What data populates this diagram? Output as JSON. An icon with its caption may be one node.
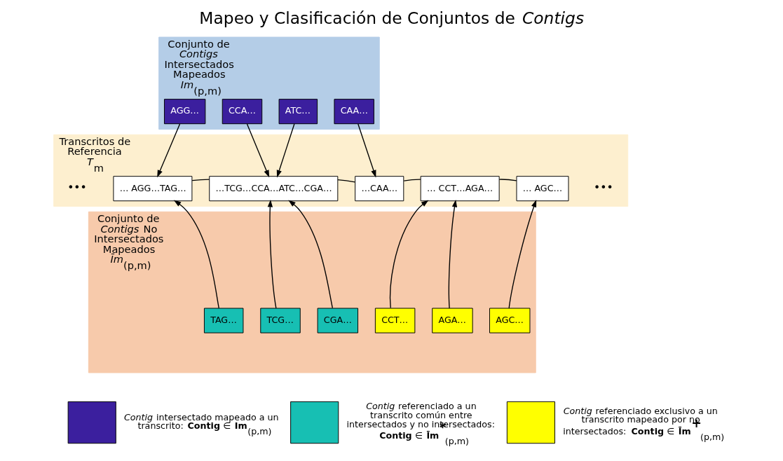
{
  "diagram": {
    "title": "Mapeo y Clasificación de Conjuntos de *Contigs*",
    "nodes": [
      {
        "text": [
          "Conjunto de *Contigs* Intersectados Mapeados",
          "*Im*$_{(p,m)}$"
        ]
      },
      {
        "text": [
          "Transcritos de Referencia",
          "*T*$_{m}$"
        ]
      },
      {
        "text": [
          "Conjunto de *Contigs* No Intersectados Mapeados",
          "*Īm*$_{(p,m)}$"
        ]
      },
      {
        "text": [
          "AGG…"
        ],
        "in": 0
      },
      {
        "text": [
          "CCA…"
        ],
        "in": 0
      },
      {
        "text": [
          "ATC…"
        ],
        "in": 0
      },
      {
        "text": [
          "CAA…"
        ],
        "in": 0
      },
      {
        "text": [
          "… AGG…TAG…"
        ],
        "in": 1
      },
      {
        "text": [
          "…TCG…CCA…ATC…CGA…"
        ],
        "in": 1
      },
      {
        "text": [
          "…CAA…"
        ],
        "in": 1
      },
      {
        "text": [
          "… CCT…AGA…"
        ],
        "in": 1
      },
      {
        "text": [
          "… AGC…"
        ],
        "in": 1
      },
      {
        "text": [
          "TAG…"
        ],
        "in": 2
      },
      {
        "text": [
          "TCG…"
        ],
        "in": 2
      },
      {
        "text": [
          "CGA…"
        ],
        "in": 2
      },
      {
        "text": [
          "CCT…"
        ],
        "in": 2
      },
      {
        "text": [
          "AGA…"
        ],
        "in": 2
      },
      {
        "text": [
          "AGC…"
        ],
        "in": 2
      }
    ],
    "edges": [
      {
        "from": 3,
        "to": 7,
        "arrow": "to"
      },
      {
        "from": 4,
        "to": 8,
        "arrow": "to"
      },
      {
        "from": 5,
        "to": 8,
        "arrow": "to"
      },
      {
        "from": 6,
        "to": 9,
        "arrow": "to"
      },
      {
        "from": 7,
        "to": 8,
        "arrow": "none"
      },
      {
        "from": 8,
        "to": 9,
        "arrow": "none"
      },
      {
        "from": 9,
        "to": 10,
        "arrow": "none"
      },
      {
        "from": 10,
        "to": 11,
        "arrow": "none"
      },
      {
        "from": 12,
        "to": 7,
        "arrow": "to"
      },
      {
        "from": 13,
        "to": 8,
        "arrow": "to"
      },
      {
        "from": 14,
        "to": 8,
        "arrow": "to"
      },
      {
        "from": 15,
        "to": 10,
        "arrow": "to"
      },
      {
        "from": 16,
        "to": 10,
        "arrow": "to"
      },
      {
        "from": 17,
        "to": 11,
        "arrow": "to"
      }
    ],
    "labels": [
      "•••",
      "•••"
    ],
    "legend": [
      {
        "text": "*Contig* intersectado mapeado a un transcrito: **Contig** ∈ **Im**$_{(p,m)}$",
        "color": "#3b1f9e"
      },
      {
        "text": "*Contig* referenciado a un transcrito común entre intersectados y no intersectados: **Contig** ∈ **Īm**$^{*}$$_{(p,m)}$",
        "color": "#17bfb3"
      },
      {
        "text": "*Contig* referenciado exclusivo a un transcrito mapeado por no intersectados: **Contig** ∈ **Īm**$^{+}$$_{(p,m)}$",
        "color": "#ffff00"
      }
    ]
  }
}
